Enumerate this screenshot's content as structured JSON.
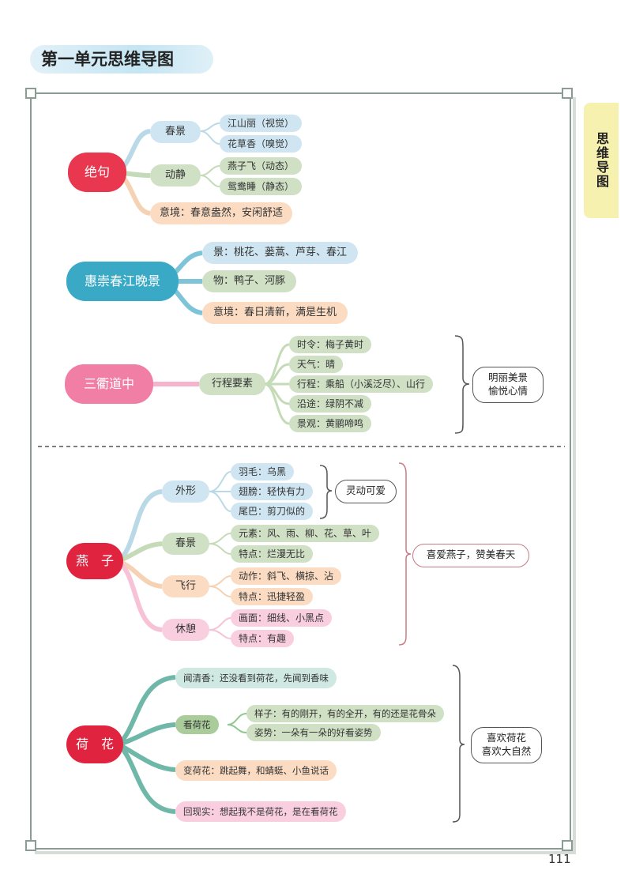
{
  "title": "第一单元思维导图",
  "side_tab": "思维导图",
  "page_number": "111",
  "poem1": {
    "title": "绝句",
    "branch1": "春景",
    "b1_items": [
      "江山丽（视觉）",
      "花草香（嗅觉）"
    ],
    "branch2": "动静",
    "b2_items": [
      "燕子飞（动态）",
      "鸳鸯睡（静态）"
    ],
    "mood": "意境：春意盎然，安闲舒适"
  },
  "poem2": {
    "title": "惠崇春江晚景",
    "items": [
      "景：桃花、蒌蒿、芦芽、春江",
      "物：鸭子、河豚",
      "意境：春日清新，满是生机"
    ]
  },
  "poem3": {
    "title": "三衢道中",
    "branch": "行程要素",
    "items": [
      "时令：梅子黄时",
      "天气：晴",
      "行程：乘船（小溪泛尽）、山行",
      "沿途：绿阴不减",
      "景观：黄鹂啼鸣"
    ],
    "summary": [
      "明丽美景",
      "愉悦心情"
    ]
  },
  "text1": {
    "title": "燕　子",
    "branch1": "外形",
    "b1_items": [
      "羽毛：乌黑",
      "翅膀：轻快有力",
      "尾巴：剪刀似的"
    ],
    "b1_summary": "灵动可爱",
    "branch2": "春景",
    "b2_items": [
      "元素：风、雨、柳、花、草、叶",
      "特点：烂漫无比"
    ],
    "branch3": "飞行",
    "b3_items": [
      "动作：斜飞、横掠、沾",
      "特点：迅捷轻盈"
    ],
    "branch4": "休憩",
    "b4_items": [
      "画面：细线、小黑点",
      "特点：有趣"
    ],
    "summary": "喜爱燕子，赞美春天"
  },
  "text2": {
    "title": "荷　花",
    "item1": "闻清香：还没看到荷花，先闻到香味",
    "branch": "看荷花",
    "branch_items": [
      "样子：有的刚开，有的全开，有的还是花骨朵",
      "姿势：一朵有一朵的好看姿势"
    ],
    "item3": "变荷花：跳起舞，和蜻蜓、小鱼说话",
    "item4": "回现实：想起我不是荷花，是在看荷花",
    "summary": [
      "喜欢荷花",
      "喜欢大自然"
    ]
  },
  "colors": {
    "red": "#e8374e",
    "teal": "#3aa9c5",
    "pink_node": "#f07ea5",
    "blue_pill": "#cfe6f2",
    "green_pill": "#cfe0c4",
    "peach_pill": "#fbdcc3",
    "pink_pill": "#f9cfe0"
  }
}
